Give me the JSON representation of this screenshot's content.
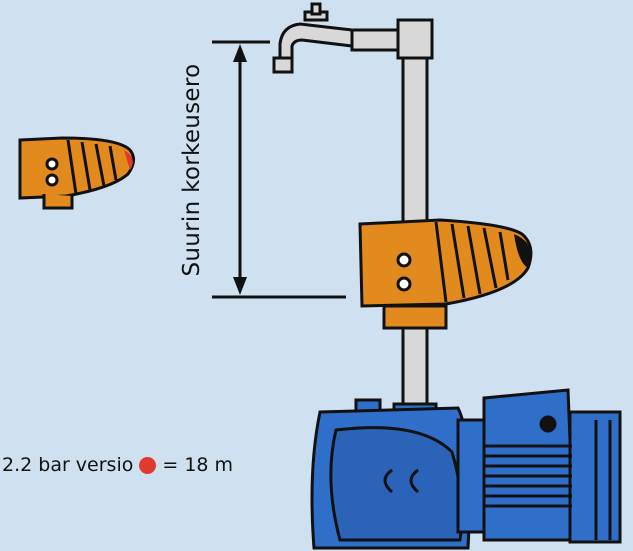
{
  "vertical_label": "Suurin korkeusero",
  "caption": {
    "before": "2.2 bar versio",
    "after": "= 18 m"
  },
  "icons": {
    "faucet": "faucet-icon",
    "pressure_switch": "pressure-switch-icon",
    "pump": "jet-pump-icon",
    "indicator": "red-dot-icon"
  },
  "colors": {
    "background": "#cfe0f1",
    "switch_orange": "#e28a1e",
    "pump_blue": "#2f6fc9",
    "indicator_red": "#e03a2e",
    "pipe": "#d8d8d8"
  }
}
